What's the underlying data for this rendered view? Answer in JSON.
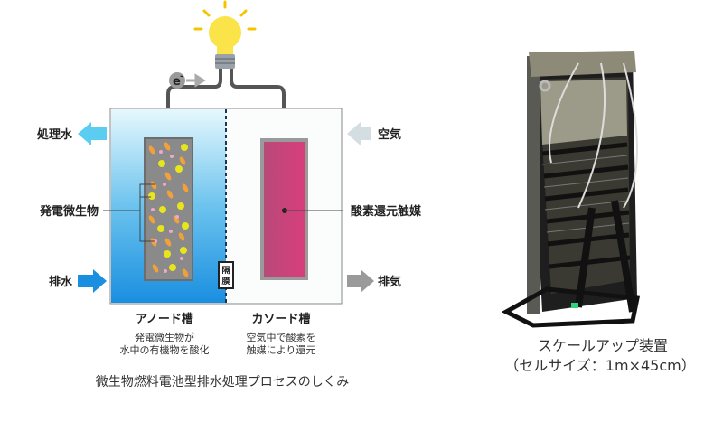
{
  "diagram": {
    "electron_label": "e",
    "electron_sup": "-",
    "left_labels": {
      "treated_water": "処理水",
      "microbes": "発電微生物",
      "wastewater": "排水"
    },
    "right_labels": {
      "air": "空気",
      "catalyst": "酸素還元触媒",
      "exhaust": "排気"
    },
    "membrane": [
      "隔",
      "膜"
    ],
    "anode": {
      "title": "アノード槽",
      "desc_line1": "発電微生物が",
      "desc_line2": "水中の有機物を酸化"
    },
    "cathode": {
      "title": "カソード槽",
      "desc_line1": "空気中で酸素を",
      "desc_line2": "触媒により還元"
    },
    "caption": "微生物燃料電池型排水処理プロセスのしくみ",
    "colors": {
      "water_top": "#e6f8fd",
      "water_bottom": "#1a8fe0",
      "cathode": "#d13f7c",
      "electrode": "#8a8a8a",
      "treated_arrow": "#5bcdf0",
      "waste_arrow": "#1a8fe0"
    }
  },
  "photo": {
    "caption_line1": "スケールアップ装置",
    "caption_line2": "（セルサイズ：1m×45cm）"
  }
}
